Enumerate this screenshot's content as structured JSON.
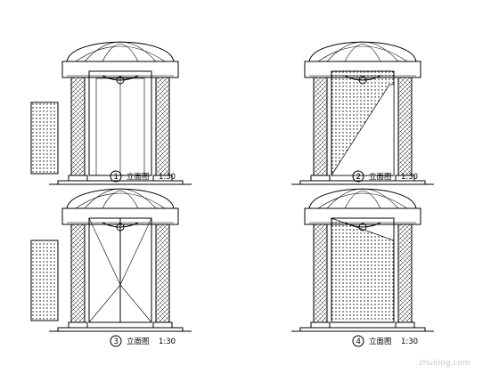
{
  "sheet": {
    "elevations": [
      {
        "id": "A",
        "number": "1",
        "scale": "1:30",
        "door": "arched"
      },
      {
        "id": "B",
        "number": "2",
        "scale": "1:30",
        "door": "plain"
      },
      {
        "id": "C",
        "number": "3",
        "scale": "1:30",
        "door": "double"
      },
      {
        "id": "D",
        "number": "4",
        "scale": "1:30",
        "door": "open"
      }
    ]
  },
  "watermark": {
    "text": "zhulong.com"
  },
  "colors": {
    "line": "#000000",
    "background": "#ffffff",
    "label_box": "#000000"
  }
}
